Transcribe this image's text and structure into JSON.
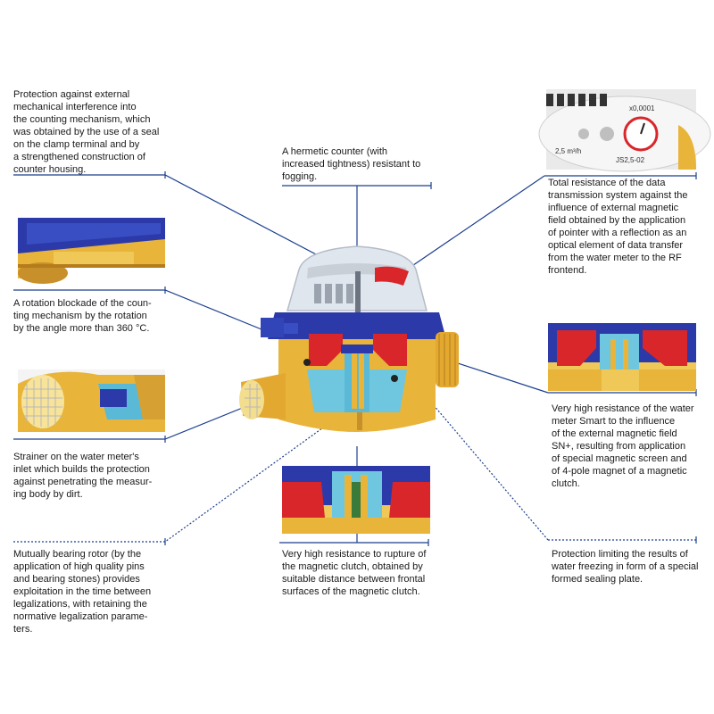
{
  "annotations": {
    "mech_interference": "Protection against external\nmechanical interference into\nthe counting mechanism, which\nwas obtained by the use of a seal\non the clamp terminal and by\na strengthened construction of\ncounter housing.",
    "hermetic_counter": "A hermetic counter (with\nincreased tightness) resistant to\nfogging.",
    "data_transmission": "Total resistance of the data\ntransmission system against the\ninfluence of external magnetic\nfield obtained by the application\nof pointer with a reflection as an\noptical element of data transfer\nfrom the water meter to the RF\nfrontend.",
    "rotation_blockade": "A rotation blockade of the coun-\nting mechanism by the rotation\nby the angle more than 360 °C.",
    "strainer": "Strainer on the water meter's\ninlet which builds the protection\nagainst penetrating the measur-\ning body by dirt.",
    "magnetic_resistance": "Very high resistance of the water\nmeter Smart to the influence\nof the external magnetic field\nSN+, resulting from application\nof special magnetic screen and\nof  4-pole magnet of a magnetic\nclutch.",
    "bearing_rotor": "Mutually bearing rotor (by the\napplication of high quality pins\nand bearing stones) provides\nexploitation in the time between\nlegalizations, with retaining the\nnormative legalization parame-\nters.",
    "clutch_rupture": "Very high resistance to rupture of\nthe magnetic clutch, obtained by\nsuitable distance between frontal\nsurfaces of the magnetic clutch.",
    "freezing": "Protection limiting the results of\nwater freezing in form of a special\nformed sealing plate."
  },
  "dial": {
    "scale_text": "x0,0001",
    "flow_text": "2,5 m³/h",
    "code_text": "JS2,5-02"
  },
  "colors": {
    "leader": "#1b3f8f",
    "brass": "#e8b43a",
    "blue": "#2b3aa8",
    "red": "#d8262a",
    "cyan": "#6fc7df"
  }
}
